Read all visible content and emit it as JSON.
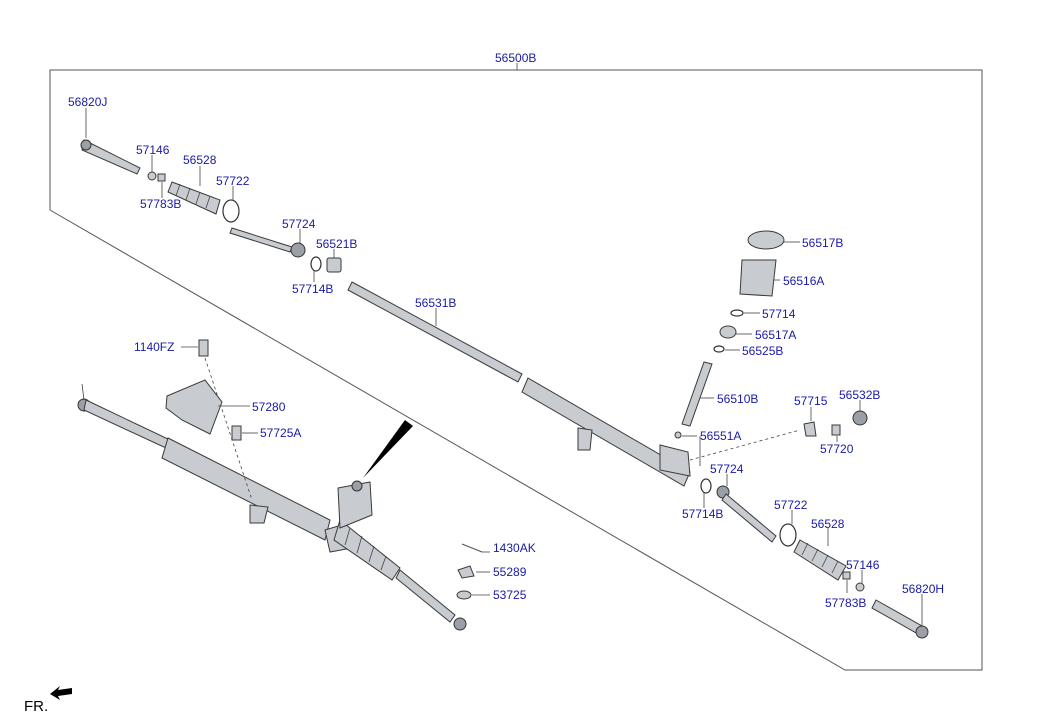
{
  "assembly": {
    "label": "56500B",
    "callouts": {
      "c56820J": "56820J",
      "c57146_l": "57146",
      "c56528_l": "56528",
      "c57722_l": "57722",
      "c57783B_l": "57783B",
      "c57724_l": "57724",
      "c56521B": "56521B",
      "c57714B_l": "57714B",
      "c56531B": "56531B",
      "c1140FZ": "1140FZ",
      "c57280": "57280",
      "c57725A": "57725A",
      "c56517B": "56517B",
      "c56516A": "56516A",
      "c57714": "57714",
      "c56517A": "56517A",
      "c56525B": "56525B",
      "c56510B": "56510B",
      "c57715": "57715",
      "c56532B": "56532B",
      "c56551A": "56551A",
      "c57720": "57720",
      "c57724_r": "57724",
      "c57714B_r": "57714B",
      "c57722_r": "57722",
      "c56528_r": "56528",
      "c57146_r": "57146",
      "c57783B_r": "57783B",
      "c56820H": "56820H",
      "c1430AK": "1430AK",
      "c55289": "55289",
      "c53725": "53725"
    }
  },
  "orientation": {
    "label": "FR."
  }
}
